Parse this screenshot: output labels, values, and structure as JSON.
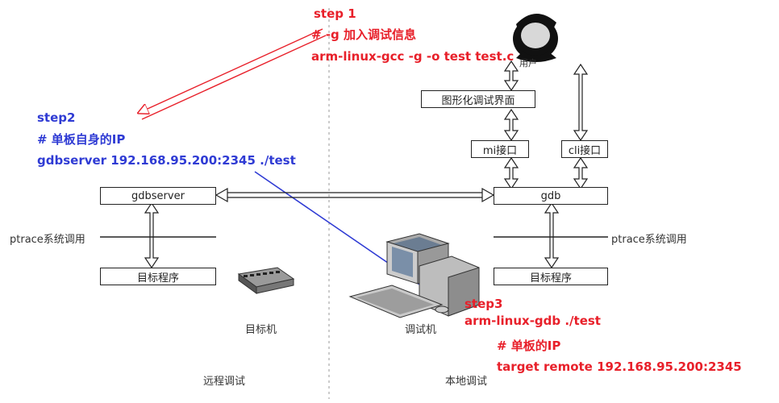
{
  "step1": {
    "title": "step 1",
    "comment": "# -g 加入调试信息",
    "command": "arm-linux-gcc -g -o test test.c"
  },
  "step2": {
    "title": "step2",
    "comment": "# 单板自身的IP",
    "command": "gdbserver 192.168.95.200:2345  ./test"
  },
  "step3": {
    "title": "step3",
    "command": "arm-linux-gdb ./test",
    "comment": "# 单板的IP",
    "target": "target  remote 192.168.95.200:2345"
  },
  "remote": {
    "gdbserver": "gdbserver",
    "ptrace": "ptrace系统调用",
    "target_program": "目标程序",
    "machine": "目标机",
    "section": "远程调试"
  },
  "local": {
    "user": "用户",
    "gui": "图形化调试界面",
    "mi": "mi接口",
    "cli": "cli接口",
    "gdb": "gdb",
    "ptrace": "ptrace系统调用",
    "target_program": "目标程序",
    "machine": "调试机",
    "section": "本地调试"
  },
  "colors": {
    "step_red": "#e8202a",
    "step_blue": "#2f3bd4",
    "line": "#222222"
  }
}
